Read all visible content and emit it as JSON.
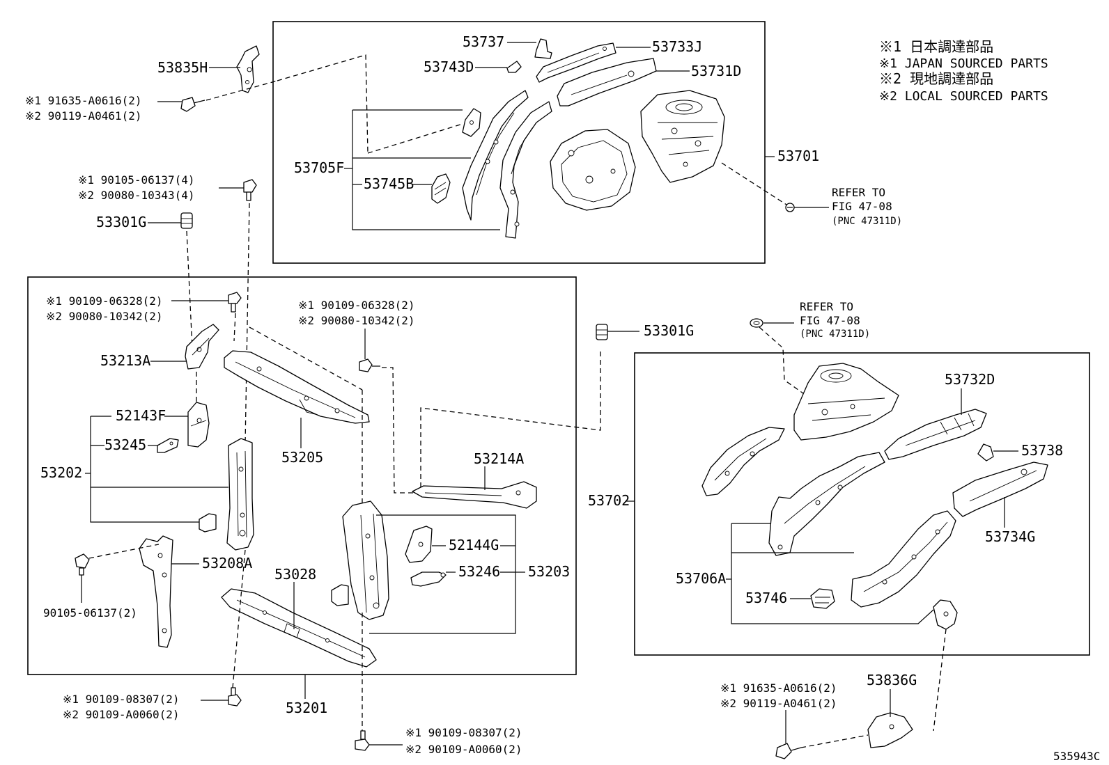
{
  "legend": {
    "l1": "※1 日本調達部品",
    "l2": "※1 JAPAN SOURCED PARTS",
    "l3": "※2 現地調達部品",
    "l4": "※2 LOCAL SOURCED PARTS"
  },
  "labels": {
    "p53835H": "53835H",
    "p53737": "53737",
    "p53733J": "53733J",
    "p53743D": "53743D",
    "p53731D": "53731D",
    "p53705F": "53705F",
    "p53745B": "53745B",
    "p53701": "53701",
    "p53301G_a": "53301G",
    "p53301G_b": "53301G",
    "p53213A": "53213A",
    "p52143F": "52143F",
    "p53245": "53245",
    "p53202": "53202",
    "p53205": "53205",
    "p53214A": "53214A",
    "p52144G": "52144G",
    "p53246": "53246",
    "p53203": "53203",
    "p53208A": "53208A",
    "p53028": "53028",
    "p53201": "53201",
    "p53732D": "53732D",
    "p53738": "53738",
    "p53702": "53702",
    "p53734G": "53734G",
    "p53706A": "53706A",
    "p53746": "53746",
    "p53836G": "53836G"
  },
  "fasteners": {
    "tl_1": "※1 91635-A0616(2)",
    "tl_2": "※2 90119-A0461(2)",
    "bolt1_1": "※1 90105-06137(4)",
    "bolt1_2": "※2 90080-10343(4)",
    "bolt2_1": "※1 90109-06328(2)",
    "bolt2_2": "※2 90080-10342(2)",
    "bolt3_1": "※1 90109-06328(2)",
    "bolt3_2": "※2 90080-10342(2)",
    "bolt4": "90105-06137(2)",
    "bolt5_1": "※1 90109-08307(2)",
    "bolt5_2": "※2 90109-A0060(2)",
    "bolt6_1": "※1 90109-08307(2)",
    "bolt6_2": "※2 90109-A0060(2)",
    "br_1": "※1 91635-A0616(2)",
    "br_2": "※2 90119-A0461(2)"
  },
  "refs": {
    "r1_a": "REFER TO",
    "r1_b": "FIG 47-08",
    "r1_c": "(PNC 47311D)",
    "r2_a": "REFER TO",
    "r2_b": "FIG 47-08",
    "r2_c": "(PNC 47311D)"
  },
  "figure_id": "535943C"
}
